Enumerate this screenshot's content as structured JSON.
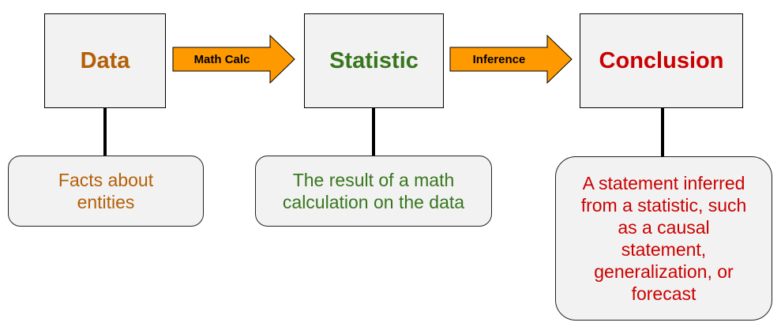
{
  "colors": {
    "data": "#b45f06",
    "statistic": "#38761d",
    "conclusion": "#cc0000",
    "arrow_fill": "#ff9900",
    "box_fill": "#f2f2f2"
  },
  "nodes": [
    {
      "id": "data",
      "title": "Data",
      "description": "Facts about entities"
    },
    {
      "id": "statistic",
      "title": "Statistic",
      "description": "The result of a math calculation on the data"
    },
    {
      "id": "conclusion",
      "title": "Conclusion",
      "description": "A statement inferred from a statistic, such as a causal statement, generalization, or forecast"
    }
  ],
  "arrows": [
    {
      "label": "Math Calc",
      "from": "data",
      "to": "statistic"
    },
    {
      "label": "Inference",
      "from": "statistic",
      "to": "conclusion"
    }
  ]
}
